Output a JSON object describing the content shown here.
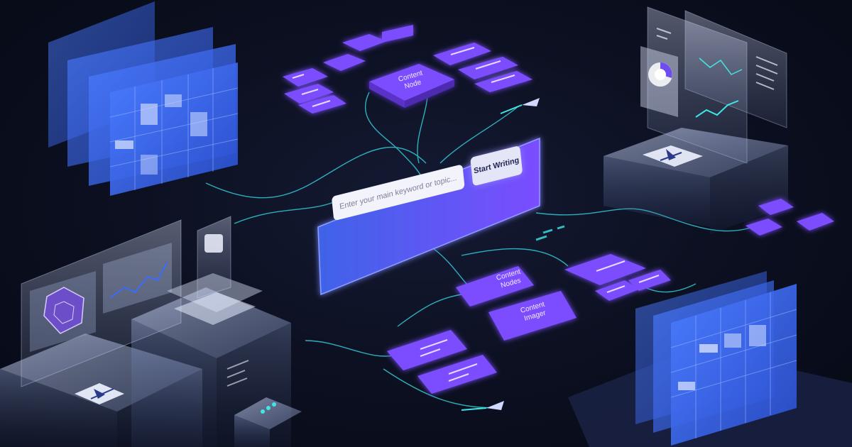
{
  "search": {
    "placeholder": "Enter your main keyword or topic...",
    "button_label": "Start Writing"
  },
  "nodes": {
    "top_center": [
      "Content",
      "Node"
    ],
    "center_right": [
      "Content",
      "Nodes"
    ],
    "lower": [
      "Content",
      "Imager"
    ]
  },
  "icons": {
    "pen": "pen-nib-icon",
    "rocket": "rocket-icon",
    "pie": "pie-chart-icon",
    "radar": "radar-chart-icon",
    "image": "image-icon",
    "list": "list-icon"
  },
  "colors": {
    "background": "#0b0f1f",
    "panel_blue": "#3c6cf0",
    "node_purple": "#7c4dff",
    "connector": "#3ee6e6",
    "glass": "#c9d3ee"
  }
}
